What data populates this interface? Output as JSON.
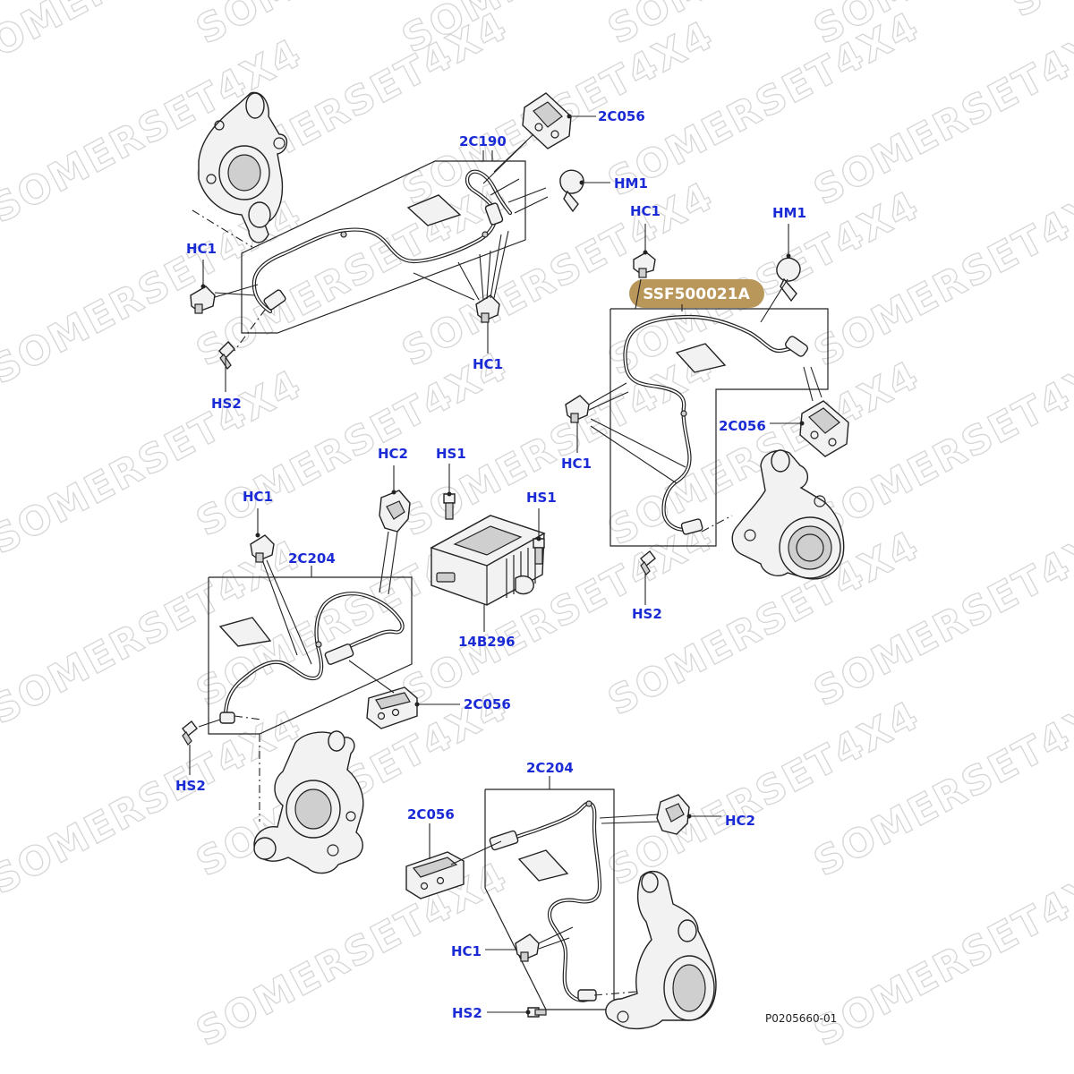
{
  "diagram": {
    "badge": {
      "text": "SSF500021A",
      "color": "#b9975b"
    },
    "watermark": "SOMERSET4X4",
    "reference": "P0205660-01",
    "label_color": "#1a2bd6",
    "labels": {
      "tl_2c190": "2C190",
      "tl_2c056": "2C056",
      "tl_hm1": "HM1",
      "tl_hc1_left": "HC1",
      "tl_hc1_bottom": "HC1",
      "tl_hs2": "HS2",
      "tr_hc1_top": "HC1",
      "tr_hm1": "HM1",
      "tr_hc1_left": "HC1",
      "tr_2c056": "2C056",
      "tr_hs2": "HS2",
      "ml_hc1": "HC1",
      "ml_hc2": "HC2",
      "ml_2c204": "2C204",
      "ml_2c056": "2C056",
      "ml_hs2": "HS2",
      "mc_hs1_left": "HS1",
      "mc_hs1_right": "HS1",
      "mc_14b296": "14B296",
      "b_2c204": "2C204",
      "b_2c056": "2C056",
      "b_hc2": "HC2",
      "b_hc1": "HC1",
      "b_hs2": "HS2"
    }
  }
}
